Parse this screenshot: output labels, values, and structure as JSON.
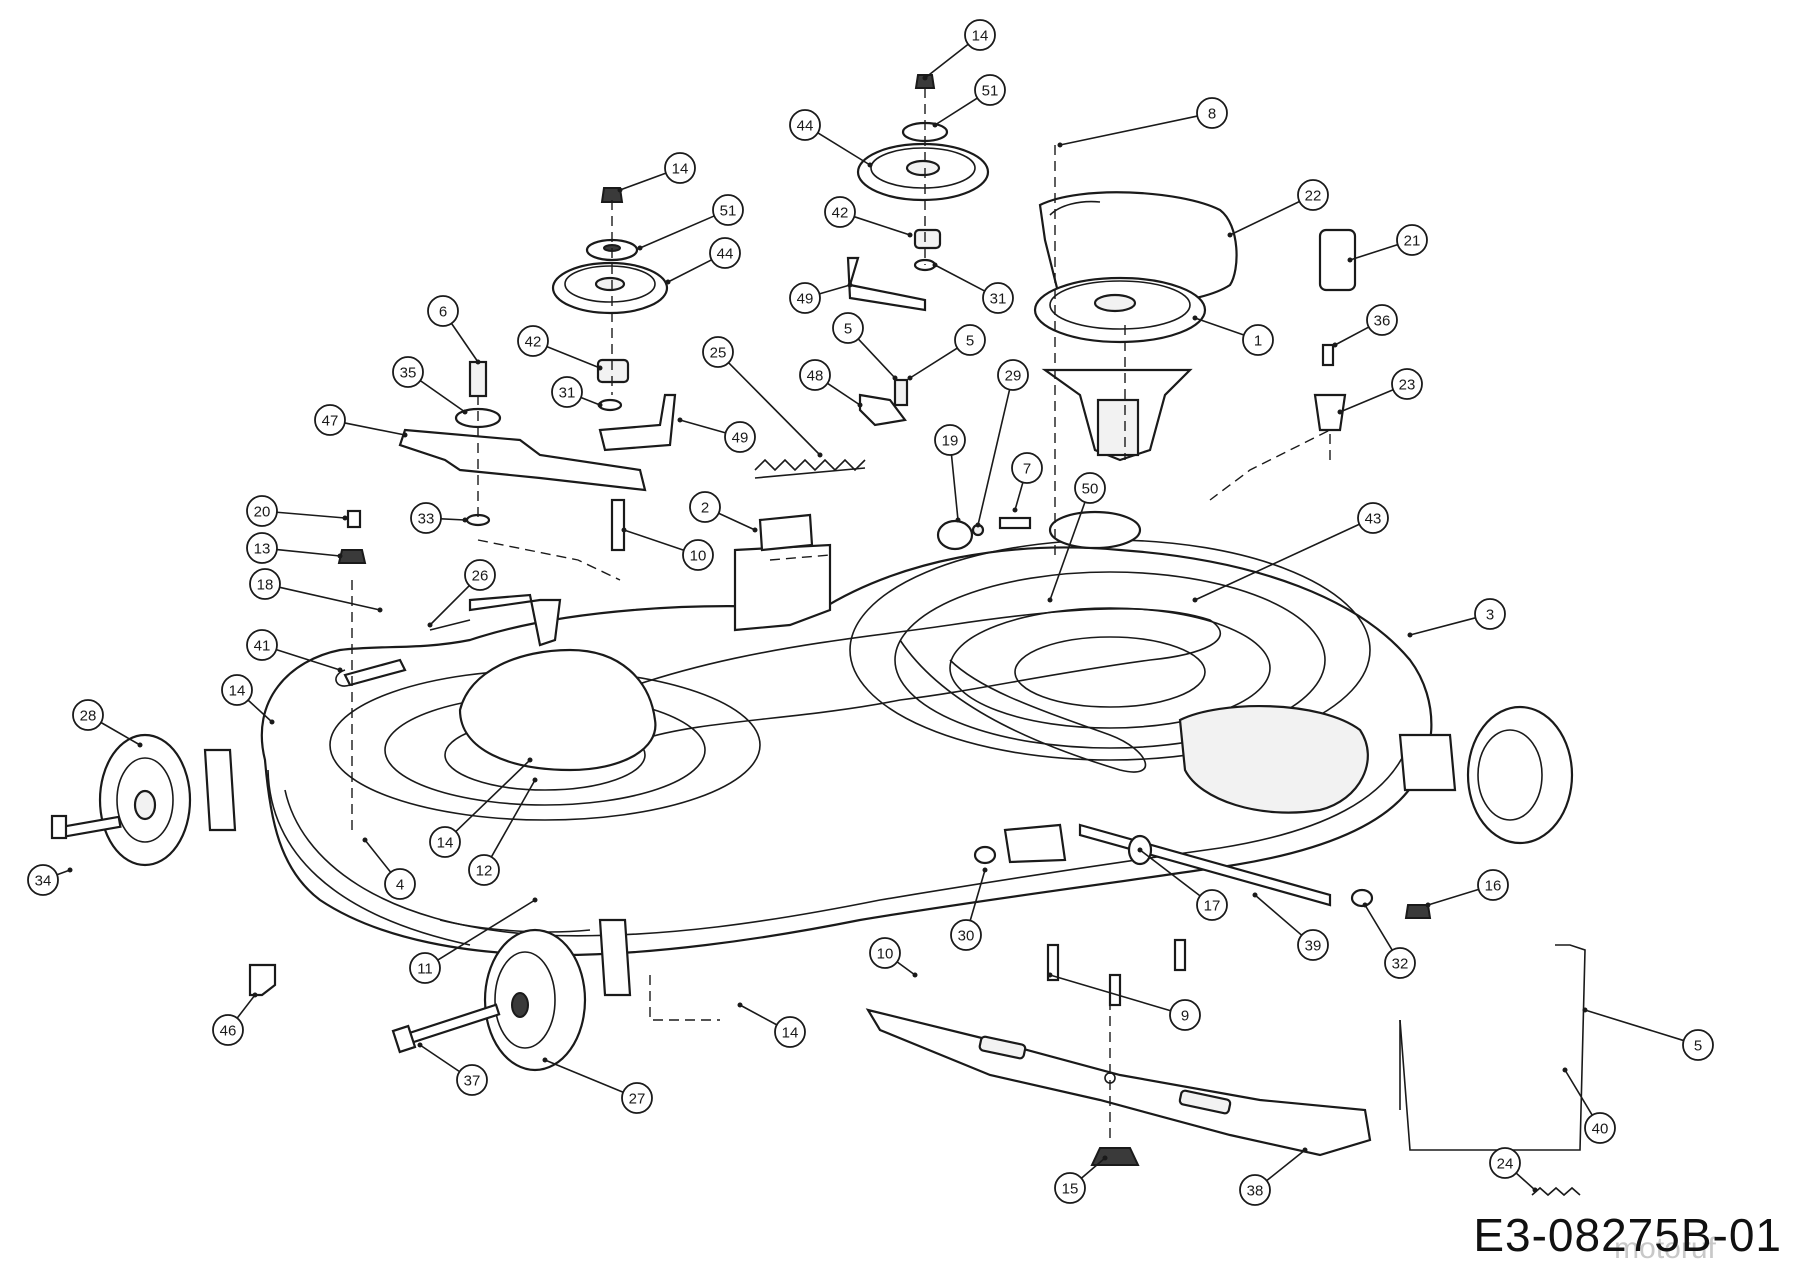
{
  "diagram": {
    "reference_code": "E3-08275B-01",
    "watermark": "motoruf",
    "callouts": [
      {
        "id": "c14a",
        "label": "14"
      },
      {
        "id": "c51a",
        "label": "51"
      },
      {
        "id": "c44a",
        "label": "44"
      },
      {
        "id": "c42a",
        "label": "42"
      },
      {
        "id": "c31a",
        "label": "31"
      },
      {
        "id": "c49a",
        "label": "49"
      },
      {
        "id": "c8",
        "label": "8"
      },
      {
        "id": "c22",
        "label": "22"
      },
      {
        "id": "c21",
        "label": "21"
      },
      {
        "id": "c1",
        "label": "1"
      },
      {
        "id": "c36",
        "label": "36"
      },
      {
        "id": "c23",
        "label": "23"
      },
      {
        "id": "c14b",
        "label": "14"
      },
      {
        "id": "c51b",
        "label": "51"
      },
      {
        "id": "c44b",
        "label": "44"
      },
      {
        "id": "c42b",
        "label": "42"
      },
      {
        "id": "c31b",
        "label": "31"
      },
      {
        "id": "c49b",
        "label": "49"
      },
      {
        "id": "c6",
        "label": "6"
      },
      {
        "id": "c35",
        "label": "35"
      },
      {
        "id": "c47",
        "label": "47"
      },
      {
        "id": "c33",
        "label": "33"
      },
      {
        "id": "c10a",
        "label": "10"
      },
      {
        "id": "c25",
        "label": "25"
      },
      {
        "id": "c5a",
        "label": "5"
      },
      {
        "id": "c5b",
        "label": "5"
      },
      {
        "id": "c48",
        "label": "48"
      },
      {
        "id": "c29",
        "label": "29"
      },
      {
        "id": "c7",
        "label": "7"
      },
      {
        "id": "c19",
        "label": "19"
      },
      {
        "id": "c50",
        "label": "50"
      },
      {
        "id": "c43",
        "label": "43"
      },
      {
        "id": "c3",
        "label": "3"
      },
      {
        "id": "c2",
        "label": "2"
      },
      {
        "id": "c20",
        "label": "20"
      },
      {
        "id": "c13",
        "label": "13"
      },
      {
        "id": "c18",
        "label": "18"
      },
      {
        "id": "c26",
        "label": "26"
      },
      {
        "id": "c41",
        "label": "41"
      },
      {
        "id": "c14c",
        "label": "14"
      },
      {
        "id": "c28",
        "label": "28"
      },
      {
        "id": "c34",
        "label": "34"
      },
      {
        "id": "c14d",
        "label": "14"
      },
      {
        "id": "c4",
        "label": "4"
      },
      {
        "id": "c12",
        "label": "12"
      },
      {
        "id": "c11",
        "label": "11"
      },
      {
        "id": "c46",
        "label": "46"
      },
      {
        "id": "c37",
        "label": "37"
      },
      {
        "id": "c27",
        "label": "27"
      },
      {
        "id": "c14e",
        "label": "14"
      },
      {
        "id": "c10b",
        "label": "10"
      },
      {
        "id": "c30",
        "label": "30"
      },
      {
        "id": "c17",
        "label": "17"
      },
      {
        "id": "c39",
        "label": "39"
      },
      {
        "id": "c16",
        "label": "16"
      },
      {
        "id": "c32",
        "label": "32"
      },
      {
        "id": "c9",
        "label": "9"
      },
      {
        "id": "c5c",
        "label": "5"
      },
      {
        "id": "c40",
        "label": "40"
      },
      {
        "id": "c15",
        "label": "15"
      },
      {
        "id": "c38",
        "label": "38"
      },
      {
        "id": "c24",
        "label": "24"
      }
    ]
  }
}
